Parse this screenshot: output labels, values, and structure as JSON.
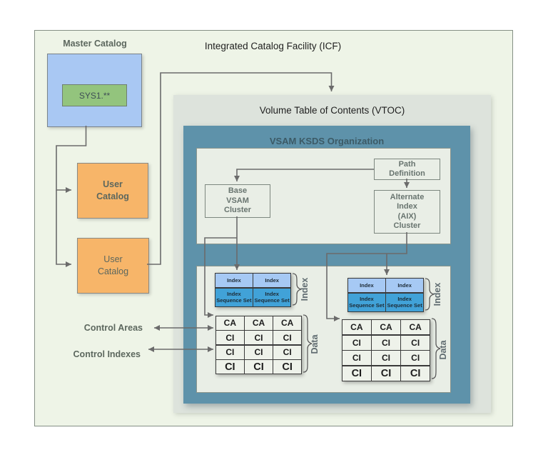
{
  "titles": {
    "icf": "Integrated Catalog Facility (ICF)",
    "vtoc": "Volume Table of Contents (VTOC)",
    "ksds": "VSAM KSDS Organization"
  },
  "catalogs": {
    "master_label": "Master Catalog",
    "sys_label": "SYS1.**",
    "user1": "User\nCatalog",
    "user2": "User\nCatalog"
  },
  "cluster_boxes": {
    "path_definition": "Path\nDefinition",
    "base": "Base\nVSAM\nCluster",
    "aix": "Alternate\nIndex\n(AIX)\nCluster"
  },
  "side_labels": {
    "control_areas": "Control Areas",
    "control_indexes": "Control Indexes"
  },
  "brace_labels": {
    "index": "Index",
    "data": "Data"
  },
  "index_table": {
    "rows": [
      [
        "Index",
        "Index"
      ],
      [
        "Index\nSequence Set",
        "Index\nSequence Set"
      ]
    ]
  },
  "data_table": {
    "rows": [
      [
        "CA",
        "CA",
        "CA"
      ],
      [
        "CI",
        "CI",
        "CI"
      ],
      [
        "CI",
        "CI",
        "CI"
      ],
      [
        "CI",
        "CI",
        "CI"
      ]
    ]
  },
  "colors": {
    "outer_bg": "#eef4e7",
    "vtoc_bg": "#dde3dc",
    "ksds_bg": "#5e92aa",
    "panel_bg": "#e9eee6",
    "master_box": "#a9c8f3",
    "sys_box": "#93c47d",
    "user_box": "#f7b569",
    "index_light": "#a6c9f4",
    "index_dark": "#41a2d8",
    "line": "#6b6b6b"
  }
}
